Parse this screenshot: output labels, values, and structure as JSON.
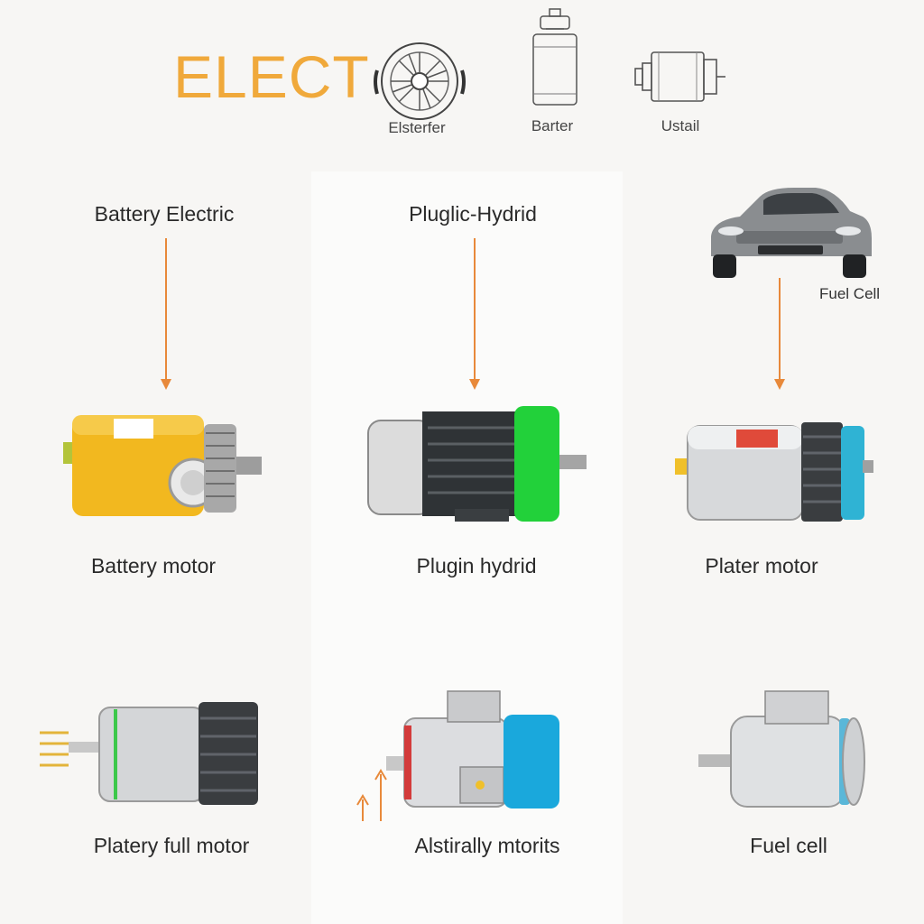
{
  "header": {
    "title": "ELECT",
    "icons": [
      {
        "name": "fan-wheel-icon",
        "label": "Elsterfer"
      },
      {
        "name": "cylinder-icon",
        "label": "Barter"
      },
      {
        "name": "engine-block-icon",
        "label": "Ustail"
      }
    ]
  },
  "columns": [
    {
      "heading": "Battery Electric"
    },
    {
      "heading": "Pluglic-Hydrid"
    },
    {
      "heading": "Fuel Cell"
    }
  ],
  "motors_row1": [
    {
      "label": "Battery motor",
      "accent": "#f2b81f"
    },
    {
      "label": "Plugin hydrid",
      "accent": "#22d13a"
    },
    {
      "label": "Plater motor",
      "accent": "#2fb3d4"
    }
  ],
  "motors_row2": [
    {
      "label": "Platery full motor",
      "accent": "#3cc84a"
    },
    {
      "label": "Alstirally mtorits",
      "accent": "#1aa8dc"
    },
    {
      "label": "Fuel cell",
      "accent": "#5ab7d8"
    }
  ],
  "colors": {
    "arrow": "#e8893a",
    "title": "#f0a93b",
    "car_body": "#8a8d90"
  }
}
